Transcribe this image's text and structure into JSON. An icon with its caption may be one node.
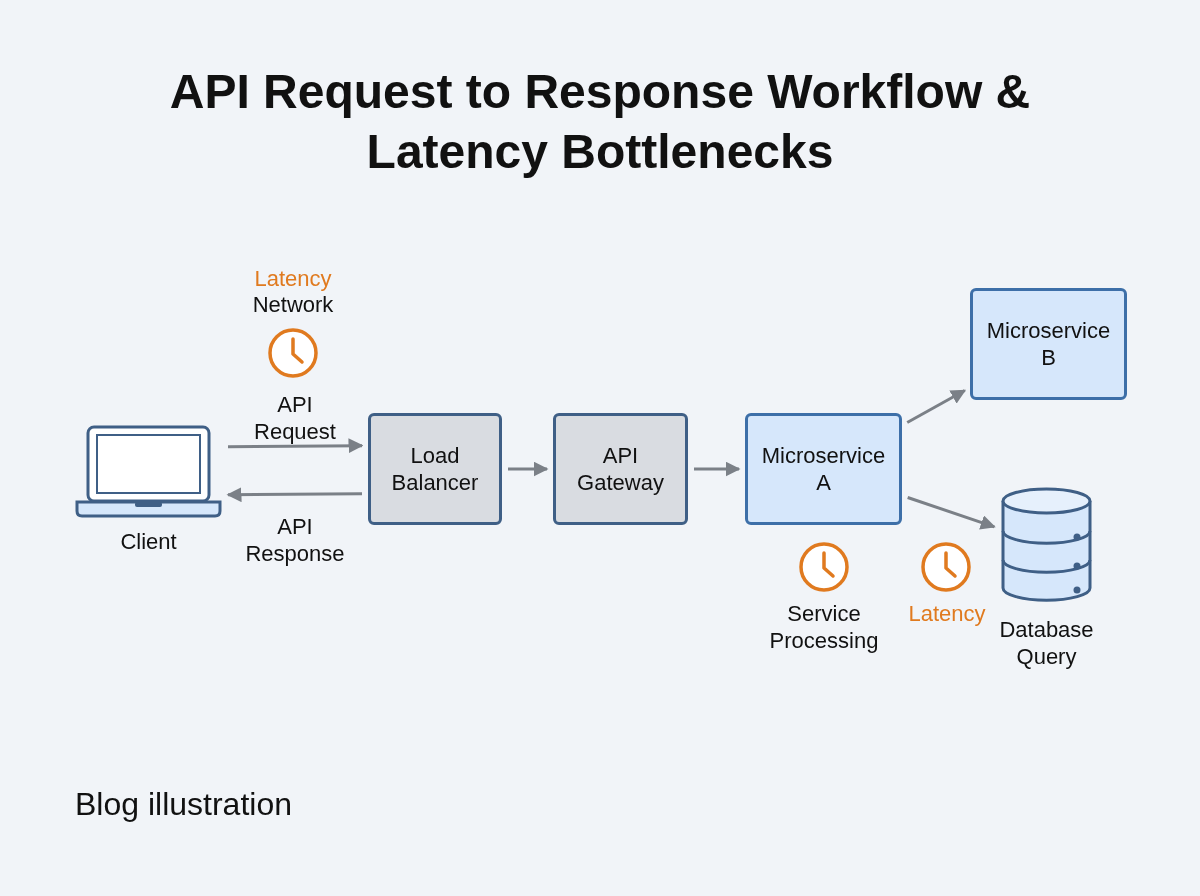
{
  "diagram": {
    "title": "API Request to Response Workflow & Latency Bottlenecks",
    "caption": "Blog illustration",
    "nodes": [
      {
        "text": [
          "Client"
        ]
      },
      {
        "text": [
          "Load Balancer"
        ]
      },
      {
        "text": [
          "API Gateway"
        ]
      },
      {
        "text": [
          "Microservice A"
        ]
      },
      {
        "text": [
          "Microservice B"
        ]
      },
      {
        "text": [
          "Database Query"
        ]
      }
    ],
    "edges": [
      {
        "from": 0,
        "to": 1,
        "arrow": "to",
        "label": "API Request"
      },
      {
        "from": 1,
        "to": 0,
        "arrow": "to",
        "label": "API Response"
      },
      {
        "from": 1,
        "to": 2,
        "arrow": "to"
      },
      {
        "from": 2,
        "to": 3,
        "arrow": "to"
      },
      {
        "from": 3,
        "to": 4,
        "arrow": "to"
      },
      {
        "from": 3,
        "to": 5,
        "arrow": "to"
      }
    ],
    "labels": [
      "Latency",
      "Network",
      "Service Processing",
      "Latency"
    ]
  }
}
